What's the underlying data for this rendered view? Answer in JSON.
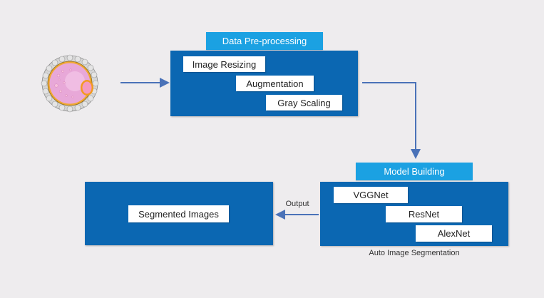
{
  "diagram": {
    "input_image": {
      "icon": "oocyte-cell-icon",
      "description": "cell illustration"
    },
    "preprocessing": {
      "title": "Data Pre-processing",
      "steps": [
        "Image Resizing",
        "Augmentation",
        "Gray Scaling"
      ]
    },
    "model_building": {
      "title": "Model Building",
      "models": [
        "VGGNet",
        "ResNet",
        "AlexNet"
      ],
      "caption": "Auto Image Segmentation"
    },
    "output": {
      "arrow_label": "Output",
      "result": "Segmented Images"
    },
    "colors": {
      "panel": "#0b67b2",
      "header": "#1ba1e2",
      "arrow": "#4a72b8",
      "background": "#eeecee"
    }
  }
}
